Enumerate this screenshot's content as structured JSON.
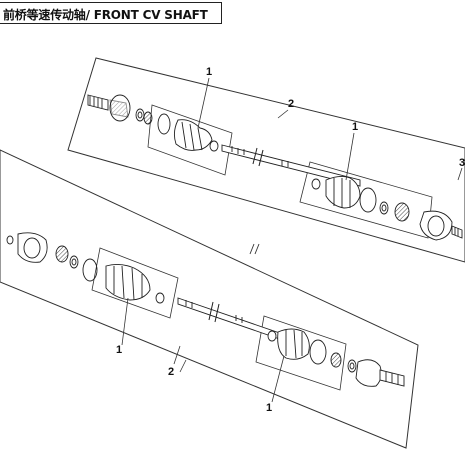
{
  "title": "前桥等速传动轴/ FRONT CV SHAFT",
  "callouts": {
    "top_boot_left": "1",
    "top_assembly": "2",
    "top_boot_right": "1",
    "top_edge": "3",
    "bottom_boot_left": "1",
    "bottom_assembly": "2",
    "bottom_boot_right": "1"
  }
}
